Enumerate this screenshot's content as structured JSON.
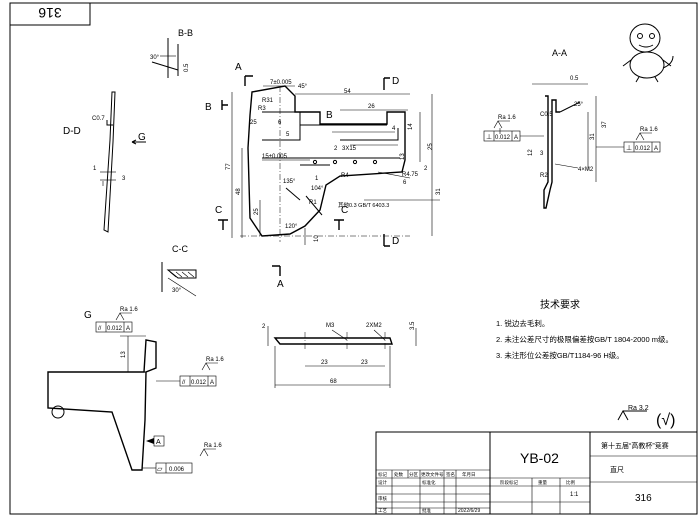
{
  "corner_number": "316",
  "views": {
    "bb": "B-B",
    "aa": "A-A",
    "dd": "D-D",
    "cc": "C-C",
    "g": "G"
  },
  "section_markers": {
    "a": "A",
    "b": "B",
    "c": "C",
    "d": "D",
    "g": "G"
  },
  "bb_dims": {
    "angle": "30°",
    "thickness": "0.5"
  },
  "cc_dims": {
    "angle": "30°"
  },
  "dd_dims": {
    "chamfer": "C0.7",
    "one": "1",
    "three": "3"
  },
  "main_dims": {
    "d7": "7±0.005",
    "a45": "45°",
    "r31": "R31",
    "r3": "R3",
    "d25": "25",
    "d6": "6",
    "d5": "5",
    "d54": "54",
    "d26": "26",
    "d14": "14",
    "d4": "4",
    "d2": "2",
    "d15": "15±0.005",
    "d3x15": "3X15",
    "d13": "13",
    "d25b": "25",
    "d2b": "2",
    "a135": "135°",
    "d1": "1",
    "r4": "R4",
    "d6b": "6",
    "r475": "R4.75",
    "a104": "104°",
    "d77": "77",
    "d48": "48",
    "r1": "R1",
    "d25c": "25",
    "a120": "120°",
    "d31": "31",
    "d10": "10",
    "note": "其他0.3 GB/T 6403.3"
  },
  "aa_dims": {
    "d05": "0.5",
    "a25": "25°",
    "c05": "C0.5",
    "d37": "37",
    "d31": "31",
    "d12": "12",
    "d3": "3",
    "r2": "R2",
    "holes": "4×M2",
    "ra1": "Ra 1.6",
    "ra2": "Ra 1.6",
    "perp1_sym": "⊥",
    "perp1_val": "0.012",
    "perp1_ref": "A",
    "perp2_sym": "⊥",
    "perp2_val": "0.012",
    "perp2_ref": "A"
  },
  "g_view": {
    "ra_top": "Ra 1.6",
    "ra_mid": "Ra 1.6",
    "ra_bot": "Ra 1.6",
    "par1_sym": "//",
    "par1_val": "0.012",
    "par1_ref": "A",
    "par2_sym": "//",
    "par2_val": "0.012",
    "par2_ref": "A",
    "datum": "A",
    "flat_sym": "▱",
    "flat_val": "0.006",
    "d13": "13"
  },
  "bottom_view": {
    "d2": "2",
    "m3": "M3",
    "m2": "2XM2",
    "d35": "3.5",
    "d23a": "23",
    "d23b": "23",
    "d68": "68"
  },
  "requirements": {
    "title": "技术要求",
    "items": [
      "1. 锐边去毛刺。",
      "2. 未注公差尺寸的极限偏差按GB/T 1804-2000 m级。",
      "3. 未注形位公差按GB/T1184-96 H级。"
    ]
  },
  "roughness": {
    "ra": "Ra 3.2",
    "check": "(√)"
  },
  "title_block": {
    "code": "YB-02",
    "competition": "第十五届“高教杯”竞赛",
    "part_name": "直尺",
    "number": "316",
    "scale": "1:1",
    "date": "2022/6/29",
    "h_mark": "标记",
    "h_count": "处数",
    "h_zone": "分区",
    "h_change": "更改文件号",
    "h_sign": "签名",
    "h_ymd": "年月日",
    "h_design": "设计",
    "h_std": "标准化",
    "h_stage": "阶段标记",
    "h_weight": "重量",
    "h_scale": "比例",
    "h_check": "审核",
    "h_process": "工艺",
    "h_approve": "批准"
  }
}
